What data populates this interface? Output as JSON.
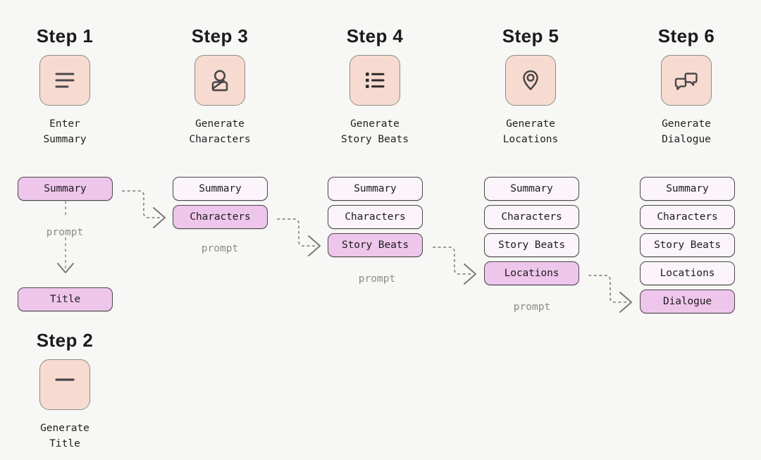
{
  "diagram": {
    "background_color": "#f7f7f5",
    "accent_active_color": "#eec6ec",
    "chip_idle_color": "#fbf4fb",
    "icon_box_color": "#f8dbd0",
    "connector_label": "prompt"
  },
  "steps": [
    {
      "title": "Step 1",
      "icon": "text-lines-icon",
      "caption": "Enter\nSummary",
      "chips": [
        {
          "label": "Summary",
          "active": true
        }
      ],
      "output_chip": {
        "label": "Title",
        "active": true
      },
      "prompt_label": "prompt"
    },
    {
      "title": "Step 3",
      "icon": "person-icon",
      "caption": "Generate\nCharacters",
      "chips": [
        {
          "label": "Summary",
          "active": false
        },
        {
          "label": "Characters",
          "active": true
        }
      ],
      "prompt_label": "prompt"
    },
    {
      "title": "Step 4",
      "icon": "bullet-list-icon",
      "caption": "Generate\nStory Beats",
      "chips": [
        {
          "label": "Summary",
          "active": false
        },
        {
          "label": "Characters",
          "active": false
        },
        {
          "label": "Story Beats",
          "active": true
        }
      ],
      "prompt_label": "prompt"
    },
    {
      "title": "Step 5",
      "icon": "map-pin-icon",
      "caption": "Generate\nLocations",
      "chips": [
        {
          "label": "Summary",
          "active": false
        },
        {
          "label": "Characters",
          "active": false
        },
        {
          "label": "Story Beats",
          "active": false
        },
        {
          "label": "Locations",
          "active": true
        }
      ],
      "prompt_label": "prompt"
    },
    {
      "title": "Step 6",
      "icon": "speech-bubbles-icon",
      "caption": "Generate\nDialogue",
      "chips": [
        {
          "label": "Summary",
          "active": false
        },
        {
          "label": "Characters",
          "active": false
        },
        {
          "label": "Story Beats",
          "active": false
        },
        {
          "label": "Locations",
          "active": false
        },
        {
          "label": "Dialogue",
          "active": true
        }
      ]
    }
  ],
  "step_two": {
    "title": "Step 2",
    "icon": "single-line-icon",
    "caption": "Generate\nTitle"
  }
}
